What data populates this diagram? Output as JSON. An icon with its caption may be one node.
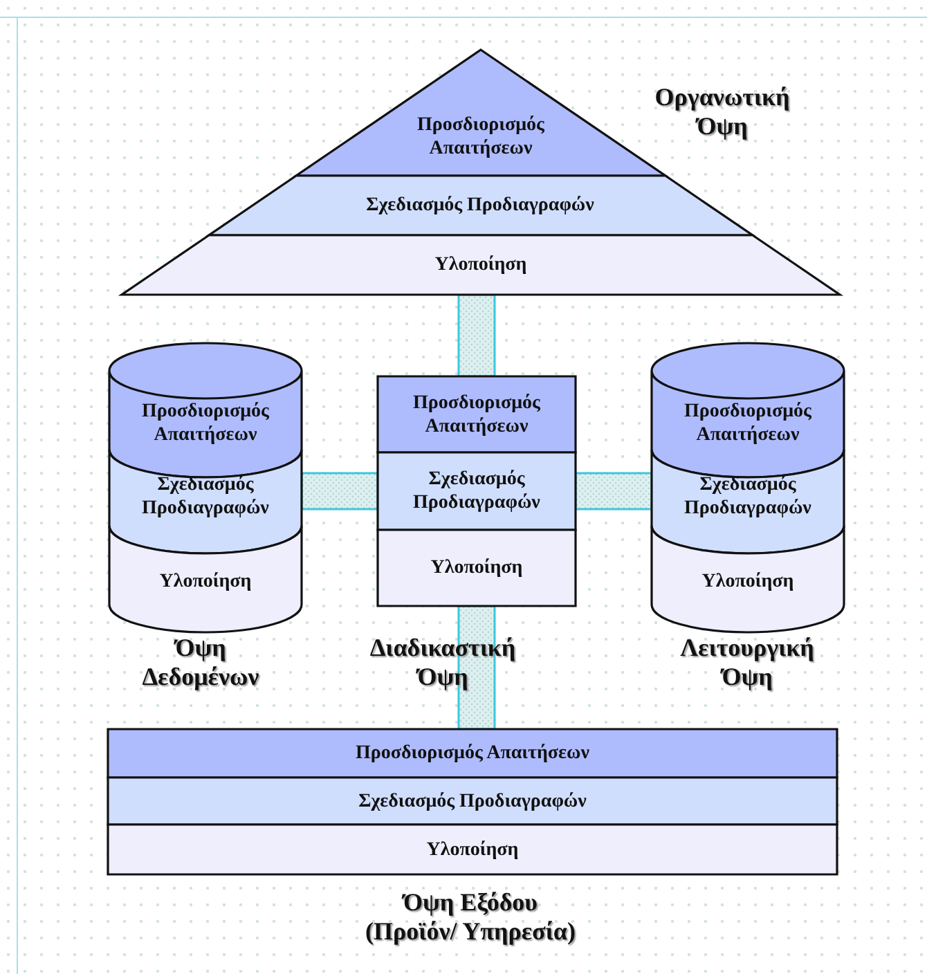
{
  "diagram": {
    "nodes": [
      {
        "text": [],
        "shape": "triangle",
        "beside": [
          "Οργανωτική Όψη"
        ]
      },
      {
        "text": [
          "Προσδιορισμός Απαιτήσεων"
        ],
        "in": 0
      },
      {
        "text": [
          "Σχεδιασμός Προδιαγραφών"
        ],
        "in": 0
      },
      {
        "text": [
          "Υλοποίηση"
        ],
        "in": 0
      },
      {
        "text": [],
        "shape": "cylinder",
        "beside": [
          "Όψη Δεδομένων"
        ]
      },
      {
        "text": [
          "Προσδιορισμός Απαιτήσεων"
        ],
        "in": 4
      },
      {
        "text": [
          "Σχεδιασμός Προδιαγραφών"
        ],
        "in": 4
      },
      {
        "text": [
          "Υλοποίηση"
        ],
        "in": 4
      },
      {
        "text": [],
        "shape": "box",
        "beside": [
          "Διαδικαστική Όψη"
        ]
      },
      {
        "text": [
          "Προσδιορισμός Απαιτήσεων"
        ],
        "in": 8
      },
      {
        "text": [
          "Σχεδιασμός Προδιαγραφών"
        ],
        "in": 8
      },
      {
        "text": [
          "Υλοποίηση"
        ],
        "in": 8
      },
      {
        "text": [],
        "shape": "cylinder",
        "beside": [
          "Λειτουργική Όψη"
        ]
      },
      {
        "text": [
          "Προσδιορισμός Απαιτήσεων"
        ],
        "in": 12
      },
      {
        "text": [
          "Σχεδιασμός Προδιαγραφών"
        ],
        "in": 12
      },
      {
        "text": [
          "Υλοποίηση"
        ],
        "in": 12
      },
      {
        "text": [],
        "shape": "bar",
        "beside": [
          "Όψη Εξόδου (Προϊόν/ Υπηρεσία)"
        ]
      },
      {
        "text": [
          "Προσδιορισμός Απαιτήσεων"
        ],
        "in": 16
      },
      {
        "text": [
          "Σχεδιασμός Προδιαγραφών"
        ],
        "in": 16
      },
      {
        "text": [
          "Υλοποίηση"
        ],
        "in": 16
      }
    ],
    "edges": [
      {
        "from": 8,
        "to": 0,
        "arrow": "none",
        "style": "thick"
      },
      {
        "from": 4,
        "to": 8,
        "arrow": "none",
        "style": "thick"
      },
      {
        "from": 8,
        "to": 12,
        "arrow": "none",
        "style": "thick"
      },
      {
        "from": 8,
        "to": 16,
        "arrow": "none",
        "style": "thick"
      }
    ]
  }
}
